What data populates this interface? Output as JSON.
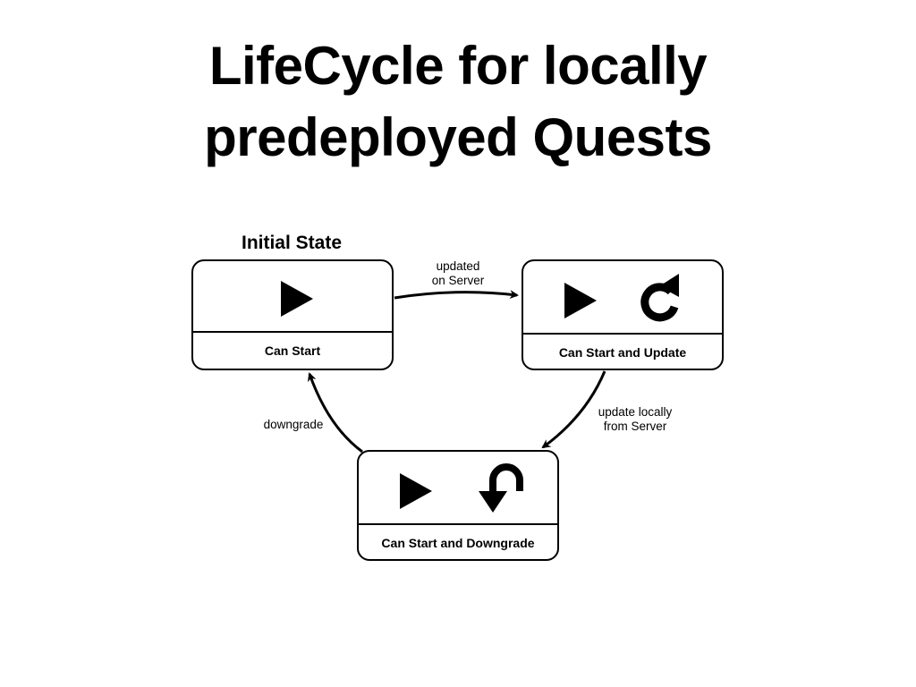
{
  "title": {
    "line1": "LifeCycle for locally",
    "line2": "predeployed Quests"
  },
  "initial_state_label": "Initial State",
  "states": {
    "can_start": {
      "caption": "Can Start",
      "icons": [
        "play-icon"
      ]
    },
    "can_start_update": {
      "caption": "Can Start and Update",
      "icons": [
        "play-icon",
        "refresh-icon"
      ]
    },
    "can_start_downgrade": {
      "caption": "Can Start and Downgrade",
      "icons": [
        "play-icon",
        "undo-arrow-icon"
      ]
    }
  },
  "transitions": {
    "updated_on_server": {
      "line1": "updated",
      "line2": "on Server"
    },
    "update_locally": {
      "line1": "update locally",
      "line2": "from Server"
    },
    "downgrade": {
      "line1": "downgrade"
    }
  }
}
